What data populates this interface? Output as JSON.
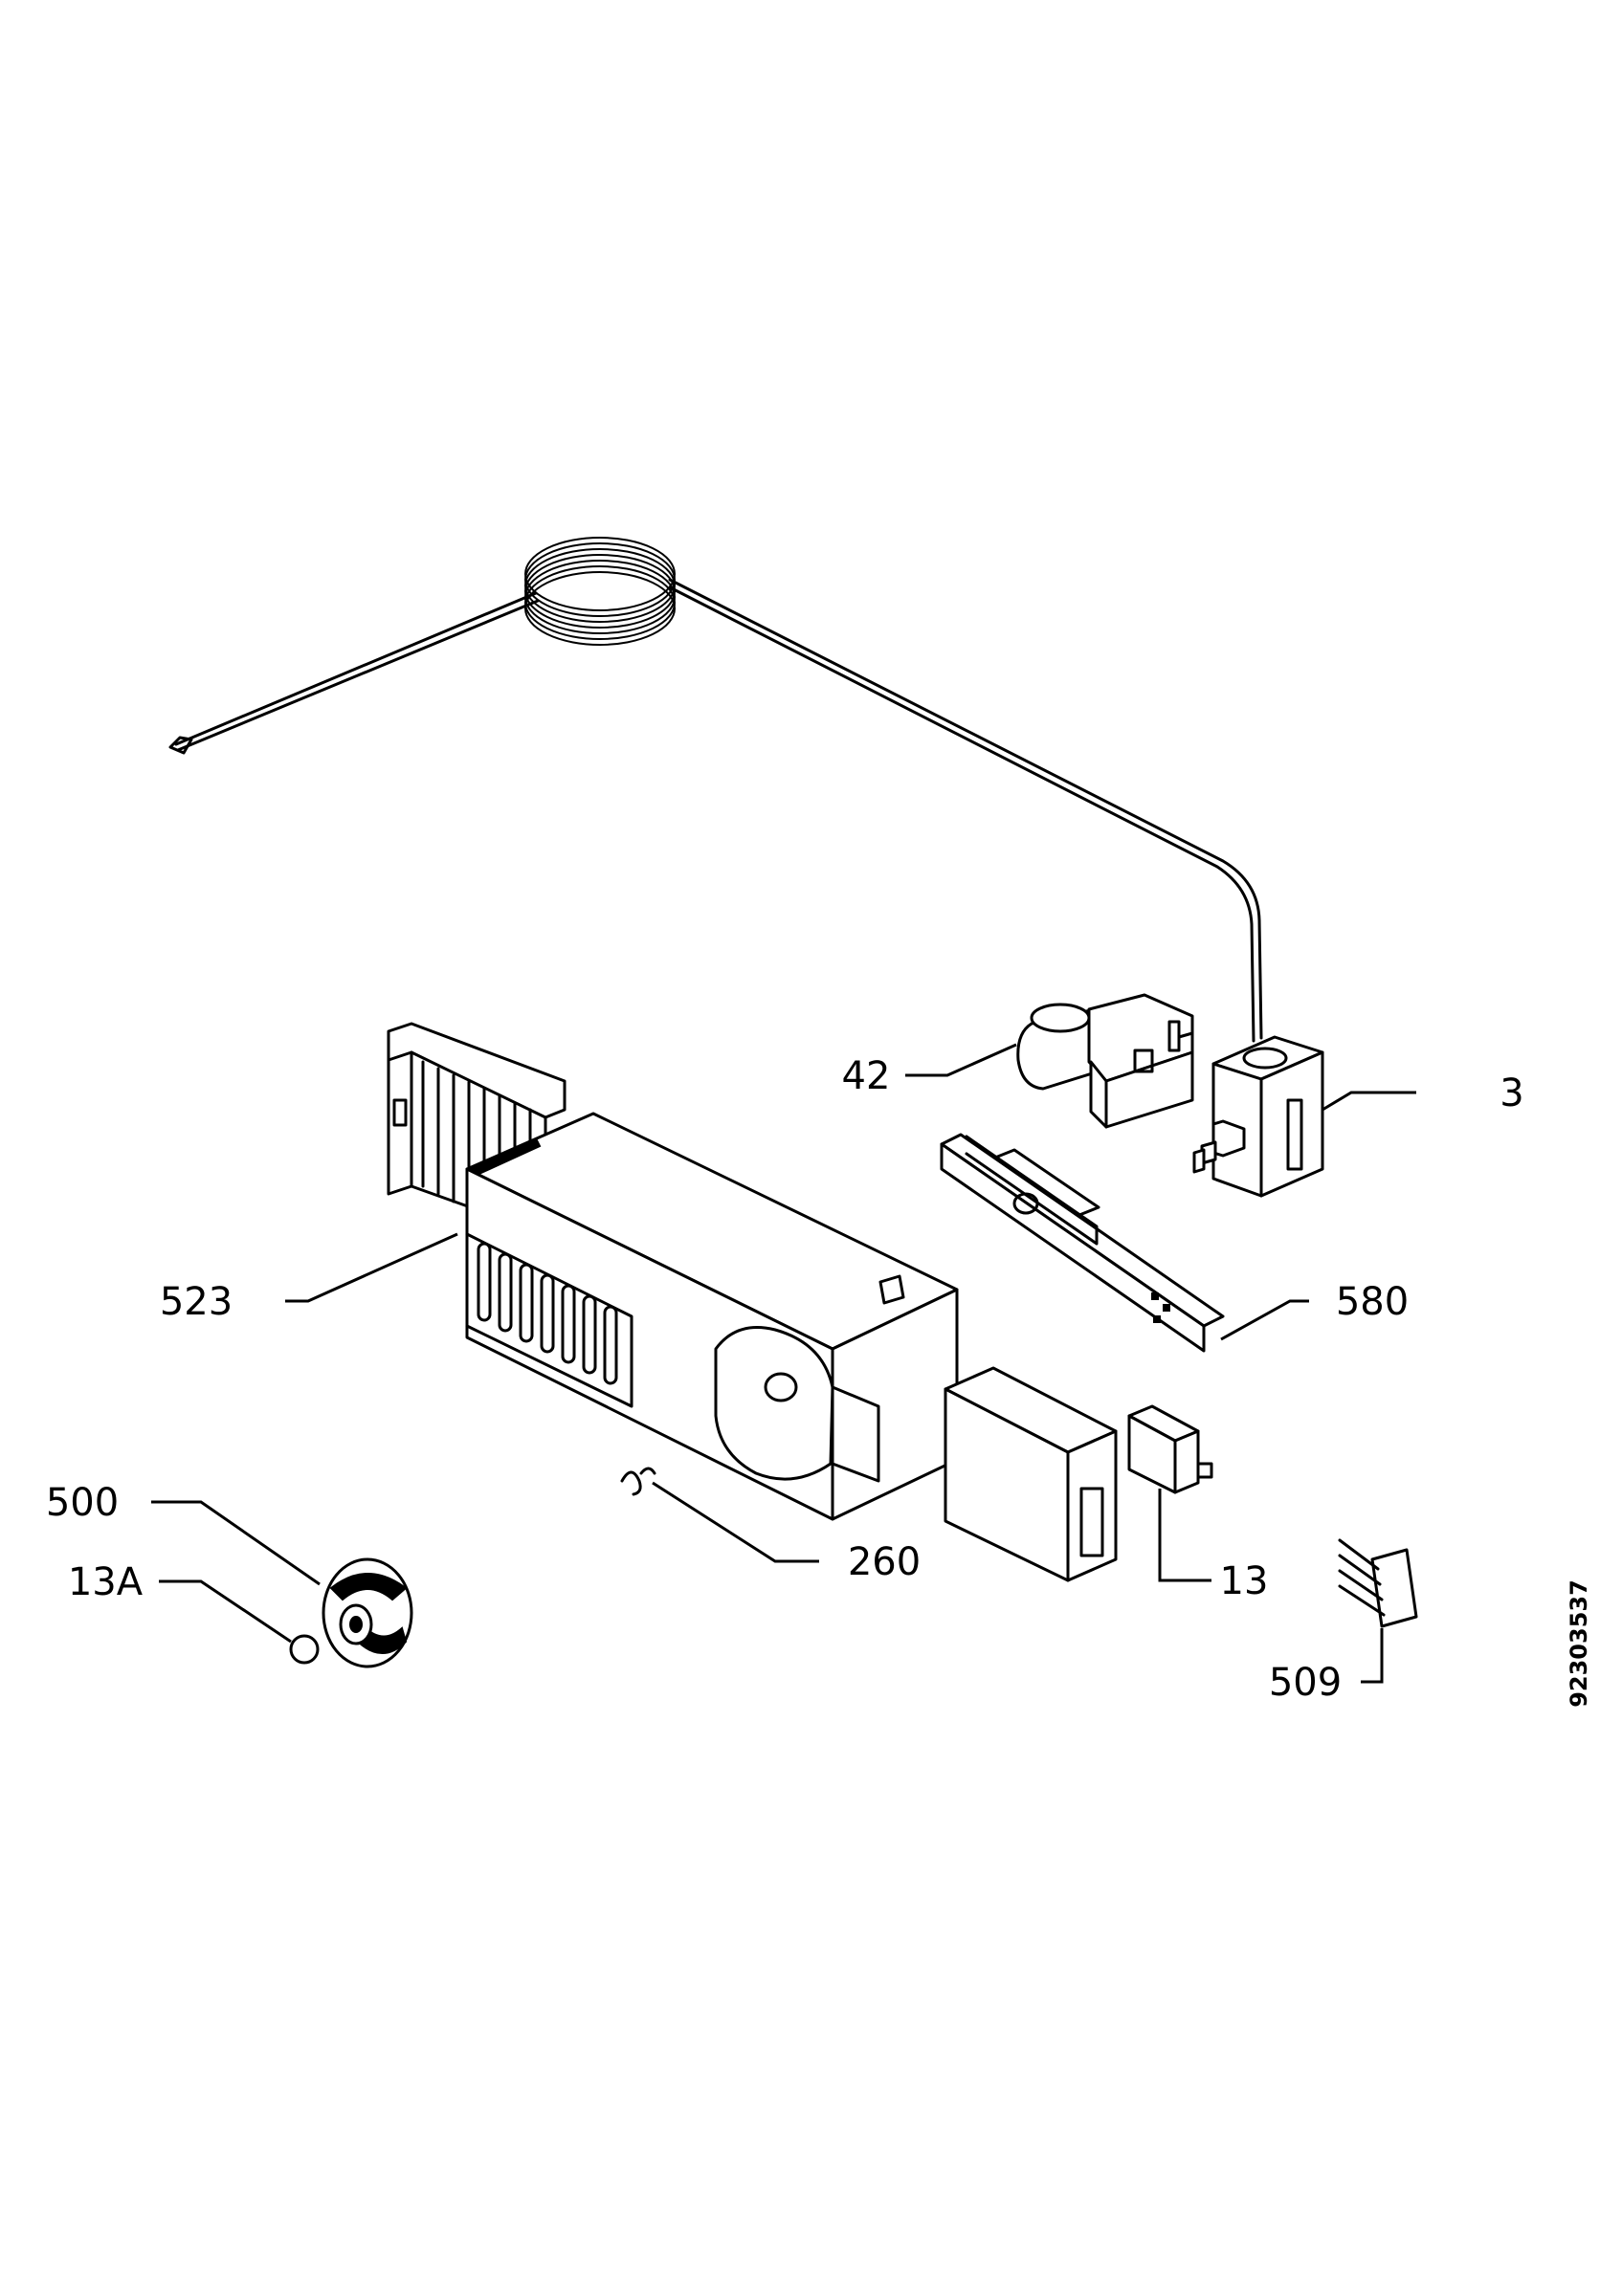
{
  "part_labels": {
    "p3": "3",
    "p42": "42",
    "p523": "523",
    "p580": "580",
    "p500": "500",
    "p13A": "13A",
    "p260": "260",
    "p13": "13",
    "p509": "509"
  },
  "document_id": "92303537"
}
